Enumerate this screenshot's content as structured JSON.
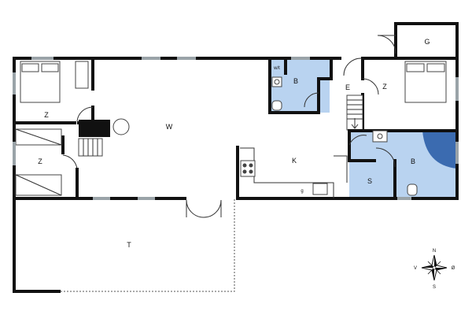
{
  "rooms": [
    {
      "id": "bedroom-1",
      "label": "Z"
    },
    {
      "id": "bedroom-2",
      "label": "Z"
    },
    {
      "id": "living",
      "label": "W"
    },
    {
      "id": "wc",
      "label": "w/t"
    },
    {
      "id": "bath-1",
      "label": "B"
    },
    {
      "id": "entrance",
      "label": "E"
    },
    {
      "id": "bedroom-3",
      "label": "Z"
    },
    {
      "id": "garage",
      "label": "G"
    },
    {
      "id": "kitchen",
      "label": "K"
    },
    {
      "id": "bath-2",
      "label": "B"
    },
    {
      "id": "storage",
      "label": "S"
    },
    {
      "id": "terrace",
      "label": "T"
    }
  ],
  "kitchen_small_label": "g",
  "compass": {
    "n": "N",
    "s": "S",
    "w": "V",
    "e": "Ø"
  },
  "colors": {
    "bathroom": "#b9d3f0",
    "shower": "#3b6bb0",
    "wall": "#111111",
    "window": "#9aa3a8"
  }
}
